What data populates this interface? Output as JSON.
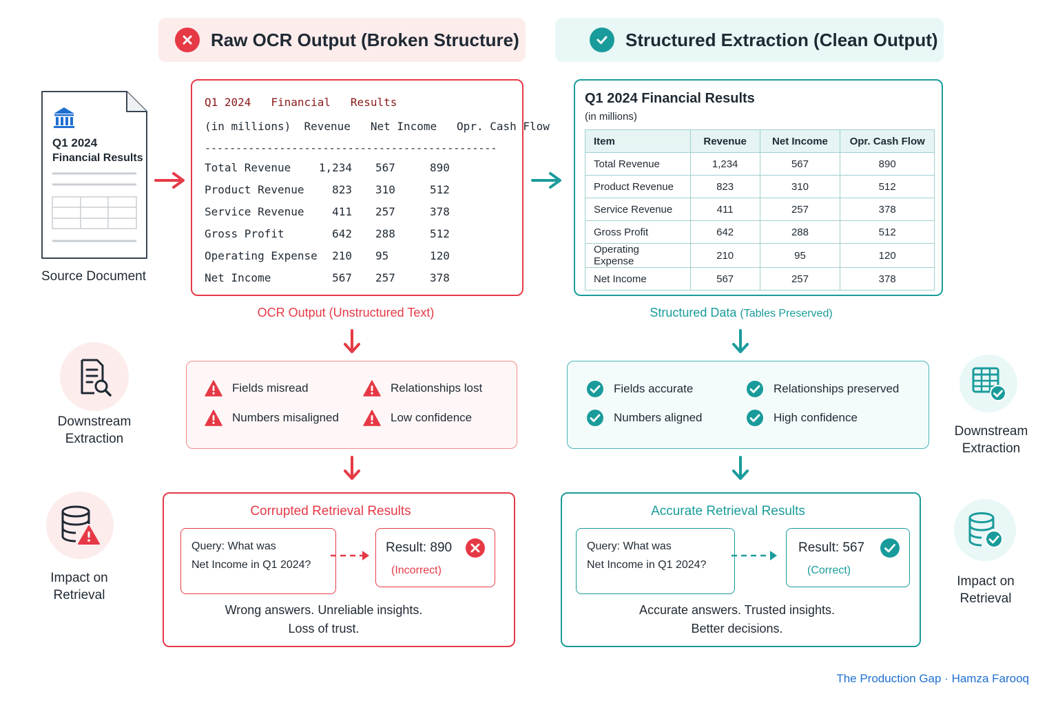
{
  "headers": {
    "left_title": "Raw OCR Output (Broken Structure)",
    "right_title": "Structured Extraction (Clean Output)"
  },
  "source_doc": {
    "title_line1": "Q1 2024",
    "title_line2": "Financial Results",
    "label": "Source Document"
  },
  "ocr": {
    "line1": "Q1 2024   Financial   Results",
    "line2": "(in millions)  Revenue   Net Income   Opr. Cash Flow",
    "separator": "-----------------------------------------------",
    "rows": [
      {
        "item": "Total Revenue",
        "revenue": "1,234",
        "net_income": "567",
        "cash_flow": "890"
      },
      {
        "item": "Product Revenue",
        "revenue": "823",
        "net_income": "310",
        "cash_flow": "512"
      },
      {
        "item": "Service Revenue",
        "revenue": "411",
        "net_income": "257",
        "cash_flow": "378"
      },
      {
        "item": "Gross Profit",
        "revenue": "642",
        "net_income": "288",
        "cash_flow": "512"
      },
      {
        "item": "Operating Expense",
        "revenue": "210",
        "net_income": "95",
        "cash_flow": "120"
      },
      {
        "item": "Net Income",
        "revenue": "567",
        "net_income": "257",
        "cash_flow": "378"
      }
    ],
    "caption": "OCR Output (Unstructured Text)"
  },
  "structured": {
    "title": "Q1 2024 Financial Results",
    "subtitle": "(in millions)",
    "columns": [
      "Item",
      "Revenue",
      "Net Income",
      "Opr. Cash Flow"
    ],
    "rows": [
      [
        "Total Revenue",
        "1,234",
        "567",
        "890"
      ],
      [
        "Product Revenue",
        "823",
        "310",
        "512"
      ],
      [
        "Service Revenue",
        "411",
        "257",
        "378"
      ],
      [
        "Gross Profit",
        "642",
        "288",
        "512"
      ],
      [
        "Operating Expense",
        "210",
        "95",
        "120"
      ],
      [
        "Net Income",
        "567",
        "257",
        "378"
      ]
    ],
    "caption_main": "Structured Data",
    "caption_sub": "(Tables Preserved)"
  },
  "left_issues": [
    "Fields misread",
    "Relationships lost",
    "Numbers misaligned",
    "Low confidence"
  ],
  "right_benefits": [
    "Fields accurate",
    "Relationships preserved",
    "Numbers aligned",
    "High confidence"
  ],
  "side_labels": {
    "downstream_line1": "Downstream",
    "downstream_line2": "Extraction",
    "impact_line1": "Impact on",
    "impact_line2": "Retrieval"
  },
  "left_retrieval": {
    "title": "Corrupted Retrieval Results",
    "query_label": "Query:",
    "query_line1": "What was",
    "query_line2": "Net Income in Q1 2024?",
    "result": "Result: 890",
    "result_status": "(Incorrect)",
    "summary_line1": "Wrong answers. Unreliable insights.",
    "summary_line2": "Loss of trust."
  },
  "right_retrieval": {
    "title": "Accurate Retrieval Results",
    "query_label": "Query:",
    "query_line1": "What was",
    "query_line2": "Net Income in Q1 2024?",
    "result": "Result: 567",
    "result_status": "(Correct)",
    "summary_line1": "Accurate answers. Trusted insights.",
    "summary_line2": "Better decisions."
  },
  "footer": "The Production Gap · Hamza Farooq",
  "colors": {
    "red": "#e63946",
    "teal": "#1a9b9b",
    "footer_blue": "#1f6fd1"
  }
}
